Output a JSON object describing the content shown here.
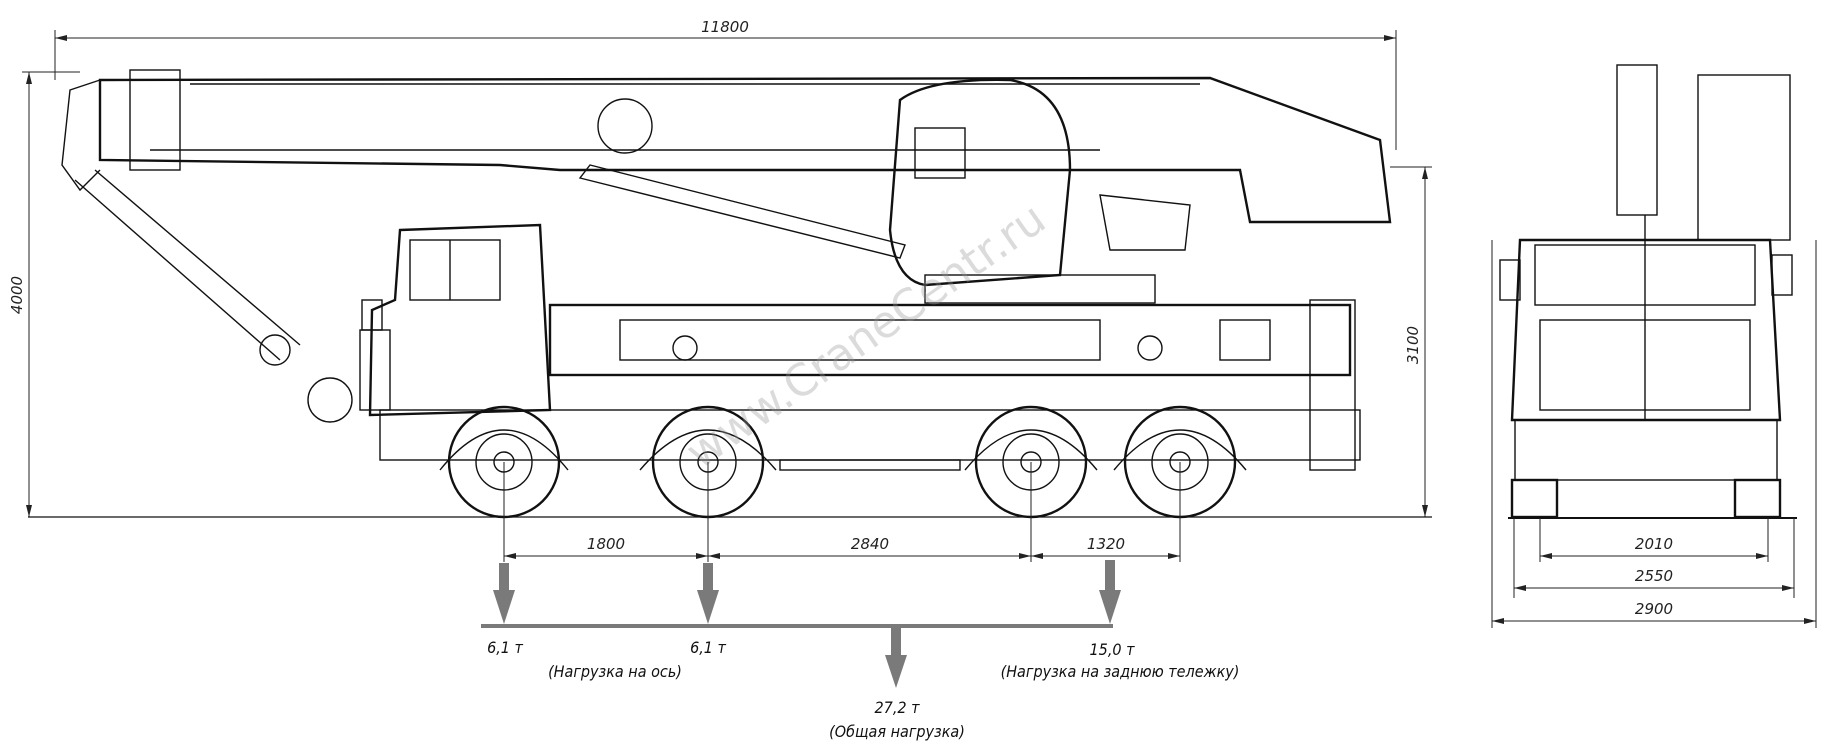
{
  "dimensions": {
    "overall_length": "11800",
    "overall_height": "4000",
    "boom_height": "3100",
    "wheelbase_1": "1800",
    "wheelbase_2": "2840",
    "wheelbase_3": "1320",
    "track": "2010",
    "width_body": "2550",
    "width_overall": "2900"
  },
  "loads": {
    "axle_1": "6,1 т",
    "axle_2": "6,1 т",
    "axle_label": "(Нагрузка на ось)",
    "rear_bogie": "15,0 т",
    "rear_bogie_label": "(Нагрузка на заднюю тележку)",
    "total": "27,2 т",
    "total_label": "(Общая нагрузка)"
  },
  "watermark": "www.CraneCentr.ru",
  "colors": {
    "arrow": "#7a7a7a",
    "line": "#111111"
  }
}
